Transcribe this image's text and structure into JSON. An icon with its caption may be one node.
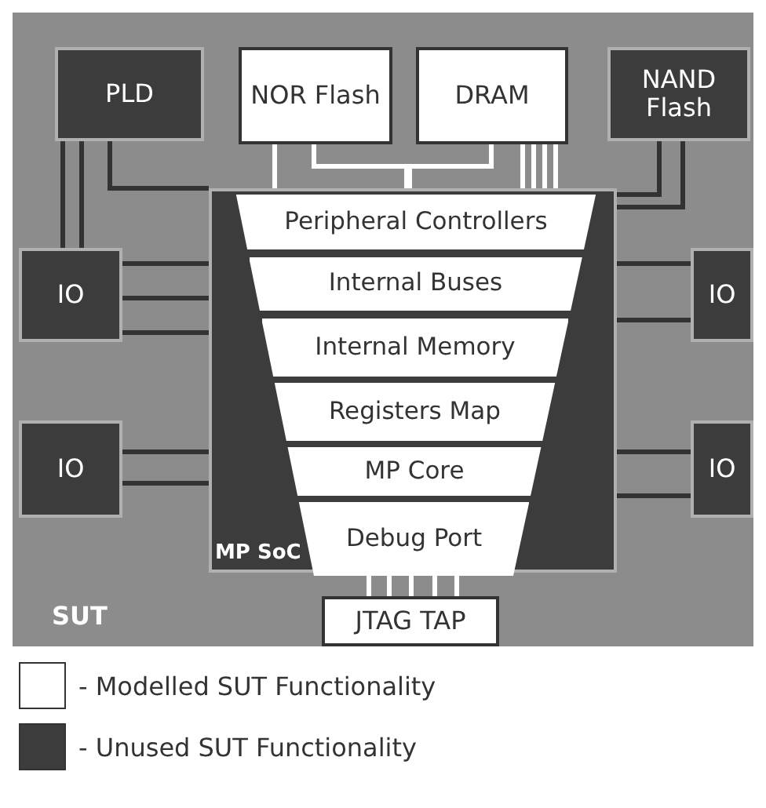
{
  "diagram": {
    "nodes": [
      {
        "text": [
          "SUT"
        ]
      },
      {
        "text": [
          "PLD"
        ],
        "in": 0
      },
      {
        "text": [
          "NOR Flash"
        ],
        "in": 0
      },
      {
        "text": [
          "DRAM"
        ],
        "in": 0
      },
      {
        "text": [
          "NAND Flash"
        ],
        "in": 0
      },
      {
        "text": [
          "IO"
        ],
        "in": 0
      },
      {
        "text": [
          "IO"
        ],
        "in": 0
      },
      {
        "text": [
          "MP SoC"
        ],
        "in": 0
      },
      {
        "text": [
          "Peripheral Controllers"
        ],
        "in": 7
      },
      {
        "text": [
          "Internal Buses"
        ],
        "in": 7
      },
      {
        "text": [
          "Internal Memory"
        ],
        "in": 7
      },
      {
        "text": [
          "Registers Map"
        ],
        "in": 7
      },
      {
        "text": [
          "MP Core"
        ],
        "in": 7
      },
      {
        "text": [
          "Debug Port"
        ],
        "in": 7
      },
      {
        "text": [
          "IO"
        ],
        "in": 0
      },
      {
        "text": [
          "IO"
        ],
        "in": 0
      },
      {
        "text": [
          "JTAG TAP"
        ],
        "in": 0
      }
    ],
    "edges": [
      {
        "from": 1,
        "to": 5,
        "arrow": "none"
      },
      {
        "from": 1,
        "to": 5,
        "arrow": "none"
      },
      {
        "from": 1,
        "to": 7,
        "arrow": "none"
      },
      {
        "from": 2,
        "to": 8,
        "arrow": "none",
        "color": "#ffffff"
      },
      {
        "from": 2,
        "to": 8,
        "arrow": "none",
        "color": "#ffffff"
      },
      {
        "from": 3,
        "to": 8,
        "arrow": "none",
        "color": "#ffffff"
      },
      {
        "from": 3,
        "to": 8,
        "arrow": "none",
        "color": "#ffffff"
      },
      {
        "from": 3,
        "to": 8,
        "arrow": "none",
        "color": "#ffffff"
      },
      {
        "from": 3,
        "to": 8,
        "arrow": "none",
        "color": "#ffffff"
      },
      {
        "from": 3,
        "to": 8,
        "arrow": "none",
        "color": "#ffffff"
      },
      {
        "from": 4,
        "to": 7,
        "arrow": "none"
      },
      {
        "from": 4,
        "to": 7,
        "arrow": "none"
      },
      {
        "from": 5,
        "to": 7,
        "arrow": "none"
      },
      {
        "from": 5,
        "to": 7,
        "arrow": "none"
      },
      {
        "from": 5,
        "to": 7,
        "arrow": "none"
      },
      {
        "from": 7,
        "to": 6,
        "arrow": "none"
      },
      {
        "from": 7,
        "to": 6,
        "arrow": "none"
      },
      {
        "from": 14,
        "to": 7,
        "arrow": "none"
      },
      {
        "from": 14,
        "to": 7,
        "arrow": "none"
      },
      {
        "from": 7,
        "to": 15,
        "arrow": "none"
      },
      {
        "from": 7,
        "to": 15,
        "arrow": "none"
      },
      {
        "from": 16,
        "to": 13,
        "arrow": "none",
        "color": "#ffffff"
      },
      {
        "from": 16,
        "to": 13,
        "arrow": "none",
        "color": "#ffffff"
      },
      {
        "from": 16,
        "to": 13,
        "arrow": "none",
        "color": "#ffffff"
      },
      {
        "from": 16,
        "to": 13,
        "arrow": "none",
        "color": "#ffffff"
      },
      {
        "from": 16,
        "to": 13,
        "arrow": "none",
        "color": "#ffffff"
      }
    ],
    "legend": [
      {
        "text": "- Modelled SUT Functionality",
        "color": "#ffffff"
      },
      {
        "text": "- Unused SUT Functionality",
        "color": "#3c3c3c"
      }
    ]
  }
}
